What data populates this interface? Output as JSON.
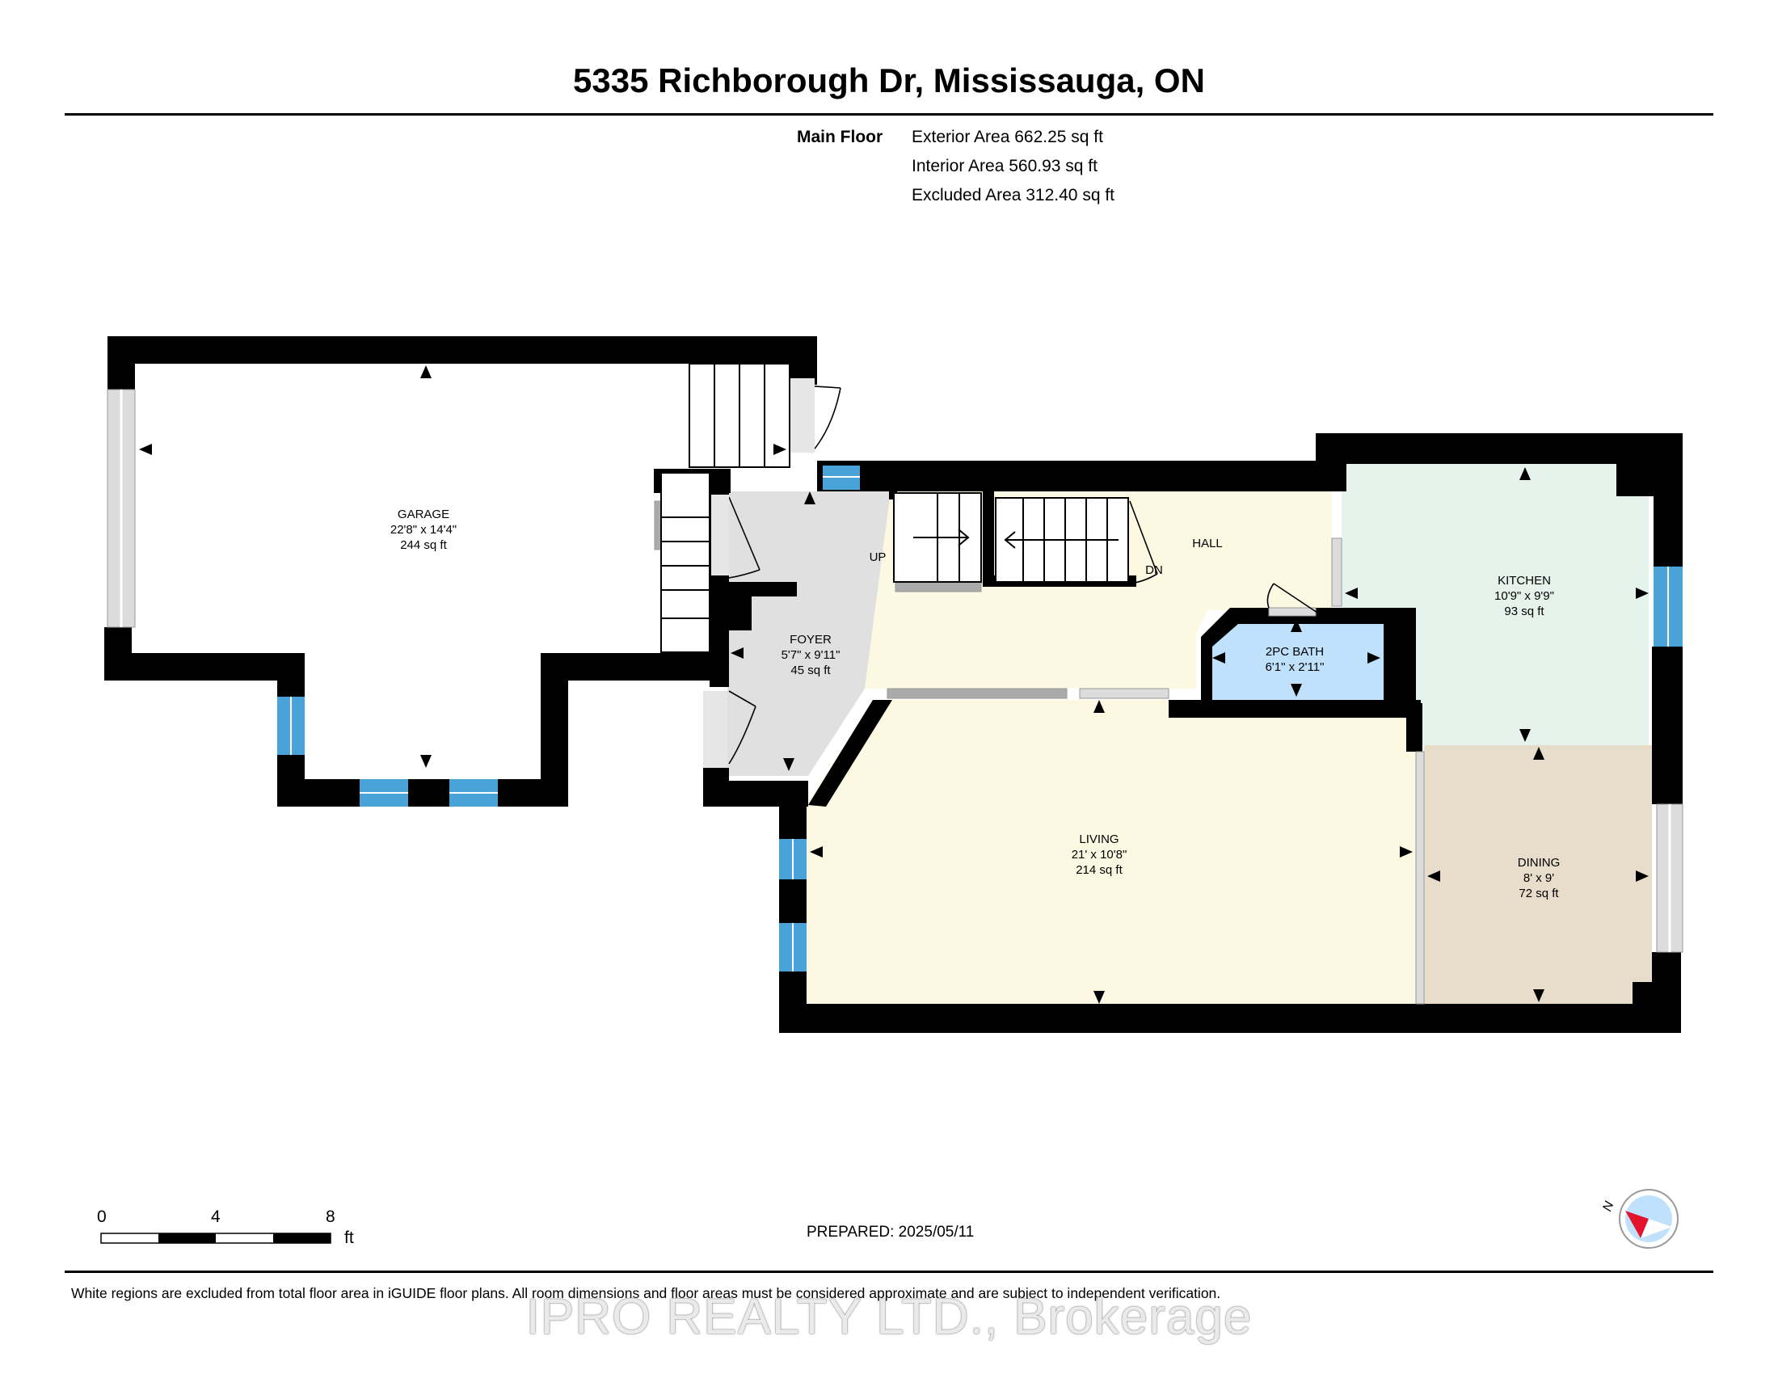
{
  "title": "5335 Richborough Dr, Mississauga, ON",
  "floor_label": "Main Floor",
  "areas": [
    "Exterior Area 662.25 sq ft",
    "Interior Area 560.93 sq ft",
    "Excluded Area 312.40 sq ft"
  ],
  "rooms": {
    "garage": {
      "name": "GARAGE",
      "dims": "22'8\" x 14'4\"",
      "area": "244 sq ft"
    },
    "foyer": {
      "name": "FOYER",
      "dims": "5'7\" x 9'11\"",
      "area": "45 sq ft"
    },
    "hall": {
      "name": "HALL"
    },
    "bath": {
      "name": "2PC BATH",
      "dims": "6'1\" x 2'11\"",
      "area": ""
    },
    "kitchen": {
      "name": "KITCHEN",
      "dims": "10'9\" x 9'9\"",
      "area": "93 sq ft"
    },
    "living": {
      "name": "LIVING",
      "dims": "21' x 10'8\"",
      "area": "214 sq ft"
    },
    "dining": {
      "name": "DINING",
      "dims": "8' x 9'",
      "area": "72 sq ft"
    }
  },
  "stairs": {
    "up": "UP",
    "down": "DN"
  },
  "scale": {
    "ticks": [
      "0",
      "4",
      "8"
    ],
    "unit": "ft"
  },
  "compass": {
    "label": "N"
  },
  "prepared": "PREPARED: 2025/05/11",
  "disclaimer": "White regions are excluded from total floor area in iGUIDE floor plans. All room dimensions and floor areas must be considered approximate and are subject to independent verification.",
  "watermark": "IPRO REALTY LTD., Brokerage",
  "colors": {
    "wall": "#000000",
    "window": "#4aa3d8",
    "foyer": "#e0e0e0",
    "hall_living": "#fdf8e2",
    "kitchen": "#e6f3ec",
    "bath": "#bfe1fb",
    "dining": "#e8ddcb",
    "door_gap": "#dcdcdc"
  }
}
